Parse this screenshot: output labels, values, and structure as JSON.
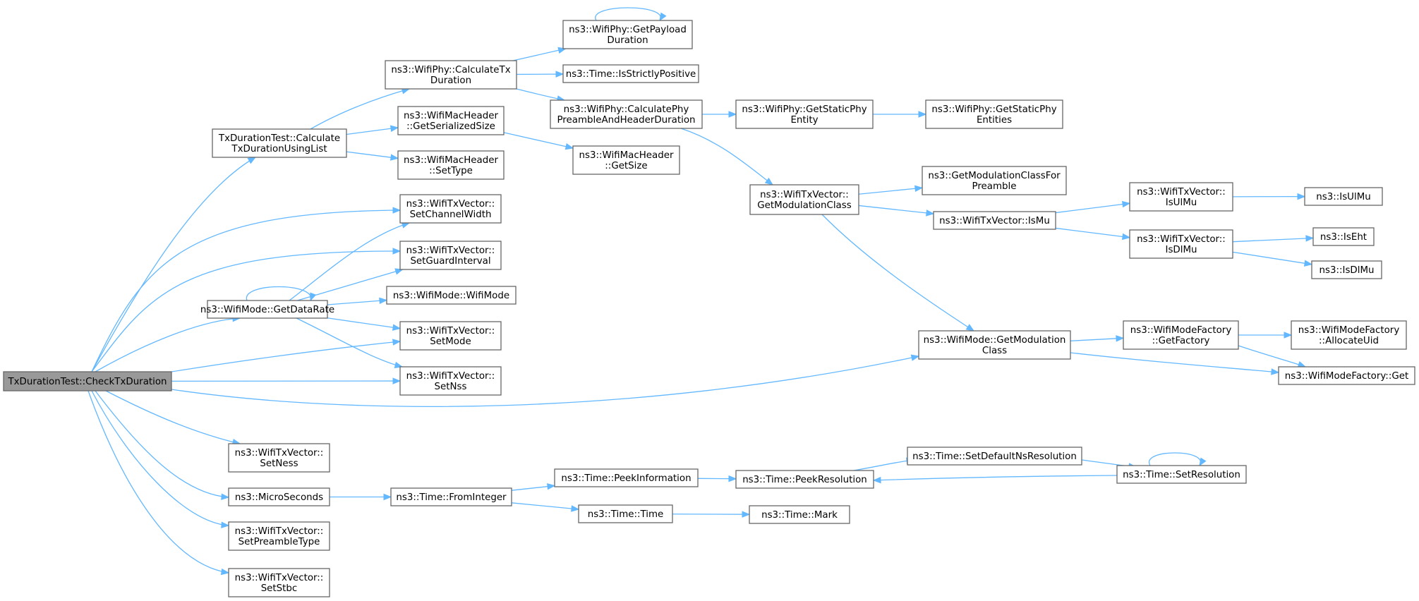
{
  "colors": {
    "edge": "#63b8ff",
    "node_border": "#666666",
    "root_fill": "#999999",
    "node_fill": "#ffffff"
  },
  "nodes": {
    "root": [
      "TxDurationTest::CheckTxDuration"
    ],
    "calc_list": [
      "TxDurationTest::Calculate",
      "TxDurationUsingList"
    ],
    "calc_tx": [
      "ns3::WifiPhy::CalculateTx",
      "Duration"
    ],
    "get_payload": [
      "ns3::WifiPhy::GetPayload",
      "Duration"
    ],
    "is_strictly_pos": [
      "ns3::Time::IsStrictlyPositive"
    ],
    "calc_phy_preamble": [
      "ns3::WifiPhy::CalculatePhy",
      "PreambleAndHeaderDuration"
    ],
    "get_static_phy_entity": [
      "ns3::WifiPhy::GetStaticPhy",
      "Entity"
    ],
    "get_static_phy_entities": [
      "ns3::WifiPhy::GetStaticPhy",
      "Entities"
    ],
    "mac_get_serialized": [
      "ns3::WifiMacHeader",
      "::GetSerializedSize"
    ],
    "mac_get_size": [
      "ns3::WifiMacHeader",
      "::GetSize"
    ],
    "mac_set_type": [
      "ns3::WifiMacHeader",
      "::SetType"
    ],
    "set_channel_width": [
      "ns3::WifiTxVector::",
      "SetChannelWidth"
    ],
    "set_guard_interval": [
      "ns3::WifiTxVector::",
      "SetGuardInterval"
    ],
    "wifimode_ctor": [
      "ns3::WifiMode::WifiMode"
    ],
    "get_data_rate": [
      "ns3::WifiMode::GetDataRate"
    ],
    "set_mode": [
      "ns3::WifiTxVector::",
      "SetMode"
    ],
    "set_nss": [
      "ns3::WifiTxVector::",
      "SetNss"
    ],
    "txv_get_mod_class": [
      "ns3::WifiTxVector::",
      "GetModulationClass"
    ],
    "get_mod_class_preamble": [
      "ns3::GetModulationClassFor",
      "Preamble"
    ],
    "txv_is_mu": [
      "ns3::WifiTxVector::IsMu"
    ],
    "txv_is_ul_mu": [
      "ns3::WifiTxVector::",
      "IsUlMu"
    ],
    "is_ul_mu": [
      "ns3::IsUlMu"
    ],
    "txv_is_dl_mu": [
      "ns3::WifiTxVector::",
      "IsDlMu"
    ],
    "is_eht": [
      "ns3::IsEht"
    ],
    "is_dl_mu": [
      "ns3::IsDlMu"
    ],
    "mode_get_mod_class": [
      "ns3::WifiMode::GetModulation",
      "Class"
    ],
    "factory_get_factory": [
      "ns3::WifiModeFactory",
      "::GetFactory"
    ],
    "factory_allocate_uid": [
      "ns3::WifiModeFactory",
      "::AllocateUid"
    ],
    "factory_get": [
      "ns3::WifiModeFactory::Get"
    ],
    "set_ness": [
      "ns3::WifiTxVector::",
      "SetNess"
    ],
    "micro_seconds": [
      "ns3::MicroSeconds"
    ],
    "from_integer": [
      "ns3::Time::FromInteger"
    ],
    "peek_information": [
      "ns3::Time::PeekInformation"
    ],
    "peek_resolution": [
      "ns3::Time::PeekResolution"
    ],
    "set_default_ns_res": [
      "ns3::Time::SetDefaultNsResolution"
    ],
    "set_resolution": [
      "ns3::Time::SetResolution"
    ],
    "time_ctor": [
      "ns3::Time::Time"
    ],
    "time_mark": [
      "ns3::Time::Mark"
    ],
    "set_preamble_type": [
      "ns3::WifiTxVector::",
      "SetPreambleType"
    ],
    "set_stbc": [
      "ns3::WifiTxVector::",
      "SetStbc"
    ]
  },
  "edges": [
    [
      "root",
      "calc_list"
    ],
    [
      "root",
      "set_channel_width"
    ],
    [
      "root",
      "set_guard_interval"
    ],
    [
      "root",
      "get_data_rate"
    ],
    [
      "root",
      "set_mode"
    ],
    [
      "root",
      "set_nss"
    ],
    [
      "root",
      "mode_get_mod_class"
    ],
    [
      "root",
      "set_ness"
    ],
    [
      "root",
      "micro_seconds"
    ],
    [
      "root",
      "set_preamble_type"
    ],
    [
      "root",
      "set_stbc"
    ],
    [
      "calc_list",
      "calc_tx"
    ],
    [
      "calc_list",
      "mac_get_serialized"
    ],
    [
      "calc_list",
      "mac_set_type"
    ],
    [
      "calc_tx",
      "get_payload"
    ],
    [
      "calc_tx",
      "is_strictly_pos"
    ],
    [
      "calc_tx",
      "calc_phy_preamble"
    ],
    [
      "get_payload",
      "get_payload"
    ],
    [
      "calc_phy_preamble",
      "get_static_phy_entity"
    ],
    [
      "calc_phy_preamble",
      "txv_get_mod_class"
    ],
    [
      "get_static_phy_entity",
      "get_static_phy_entities"
    ],
    [
      "mac_get_serialized",
      "mac_get_size"
    ],
    [
      "get_data_rate",
      "get_data_rate"
    ],
    [
      "get_data_rate",
      "set_channel_width"
    ],
    [
      "get_data_rate",
      "set_guard_interval"
    ],
    [
      "get_data_rate",
      "wifimode_ctor"
    ],
    [
      "get_data_rate",
      "set_mode"
    ],
    [
      "get_data_rate",
      "set_nss"
    ],
    [
      "txv_get_mod_class",
      "get_mod_class_preamble"
    ],
    [
      "txv_get_mod_class",
      "txv_is_mu"
    ],
    [
      "txv_get_mod_class",
      "mode_get_mod_class"
    ],
    [
      "txv_is_mu",
      "txv_is_ul_mu"
    ],
    [
      "txv_is_mu",
      "txv_is_dl_mu"
    ],
    [
      "txv_is_ul_mu",
      "is_ul_mu"
    ],
    [
      "txv_is_dl_mu",
      "is_eht"
    ],
    [
      "txv_is_dl_mu",
      "is_dl_mu"
    ],
    [
      "mode_get_mod_class",
      "factory_get_factory"
    ],
    [
      "mode_get_mod_class",
      "factory_get"
    ],
    [
      "factory_get_factory",
      "factory_allocate_uid"
    ],
    [
      "factory_get_factory",
      "factory_get"
    ],
    [
      "micro_seconds",
      "from_integer"
    ],
    [
      "from_integer",
      "peek_information"
    ],
    [
      "from_integer",
      "time_ctor"
    ],
    [
      "peek_information",
      "peek_resolution"
    ],
    [
      "peek_resolution",
      "set_default_ns_res"
    ],
    [
      "set_default_ns_res",
      "set_resolution"
    ],
    [
      "set_resolution",
      "set_resolution"
    ],
    [
      "set_resolution",
      "peek_resolution"
    ],
    [
      "time_ctor",
      "time_mark"
    ]
  ]
}
